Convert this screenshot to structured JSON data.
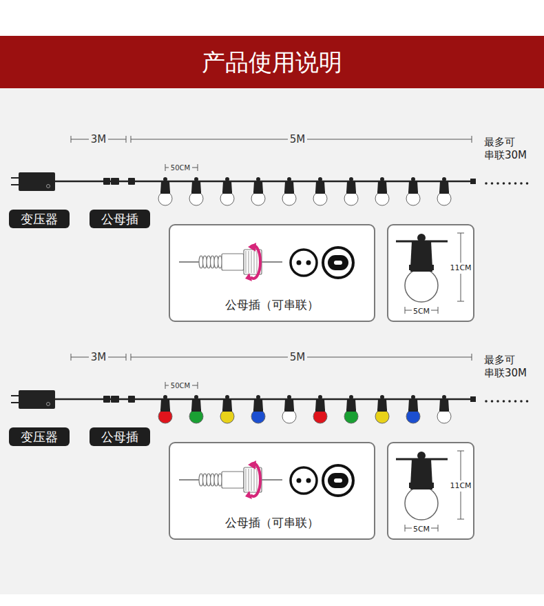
{
  "diagram": {
    "title": "产品使用说明",
    "nodes": [
      {
        "text": [
          "变压器"
        ]
      },
      {
        "text": [
          "公母插"
        ]
      },
      {
        "text": [
          "公母插（可串联）"
        ]
      },
      {
        "text": [
          "11CM",
          "5CM"
        ]
      },
      {
        "text": [
          "变压器"
        ]
      },
      {
        "text": [
          "公母插"
        ]
      },
      {
        "text": [
          "公母插（可串联）"
        ]
      },
      {
        "text": [
          "11CM",
          "5CM"
        ]
      }
    ],
    "labels": [
      "3M",
      "5M",
      "最多可 串联30M",
      "50CM",
      "3M",
      "5M",
      "最多可 串联30M",
      "50CM"
    ]
  }
}
